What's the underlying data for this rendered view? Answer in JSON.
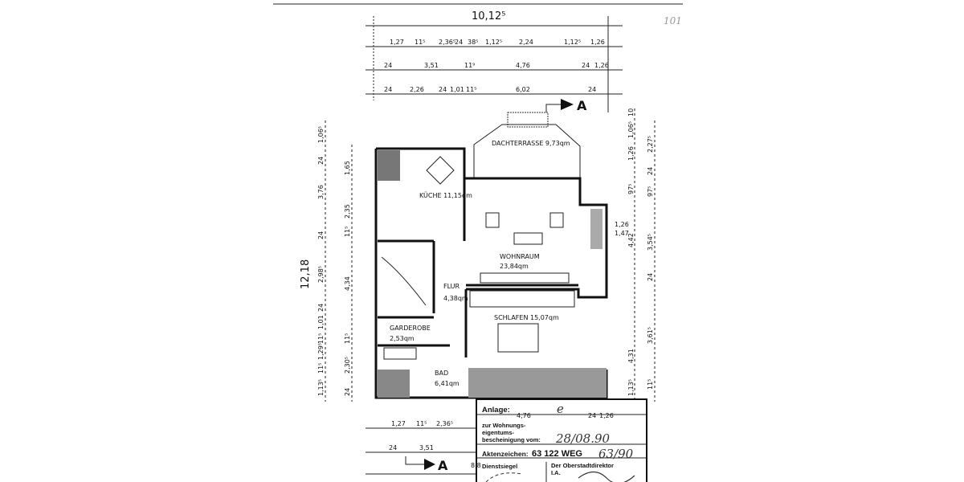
{
  "page_number": "101",
  "top_dimensions": {
    "total": "10,12⁵",
    "row1": [
      "1,27",
      "11⁵",
      "2,36⁵",
      "24",
      "38⁵",
      "1,12⁵",
      "2,24",
      "1,12⁵",
      "1,26"
    ],
    "row2": [
      "24",
      "3,51",
      "11⁹",
      "4,76",
      "24",
      "1,26"
    ],
    "row3": [
      "24",
      "2,26",
      "24",
      "1,01",
      "11⁵",
      "6,02",
      "24"
    ]
  },
  "left_dimensions": {
    "total": "12,18",
    "col1": [
      "1,06⁵",
      "24",
      "3,76",
      "24",
      "2,98⁵",
      "24",
      "1,01",
      "11⁵",
      "1,29⁵",
      "11⁵",
      "1,13⁵"
    ],
    "col2": [
      "1,65",
      "2,35",
      "11⁵",
      "4,34",
      "11⁵",
      "2,30⁵",
      "24"
    ]
  },
  "right_dimensions": {
    "col1": [
      "10",
      "1,06⁵",
      "1,26",
      "97⁵",
      "4,42",
      "4,31",
      "1,13⁵"
    ],
    "col2": [
      "2,27⁵",
      "24",
      "97⁵",
      "3,54⁵",
      "24",
      "3,61⁵",
      "11⁵"
    ],
    "window": [
      "1,26",
      "1,47"
    ]
  },
  "bottom_dimensions": {
    "row1": [
      "1,27",
      "11⁵",
      "2,36⁵",
      "4,76",
      "24",
      "1,26"
    ],
    "row2": [
      "24",
      "3,51",
      "8,8"
    ]
  },
  "section_marker": "A",
  "rooms": {
    "dachterrasse": "DACHTERRASSE 9,73qm",
    "kueche": "KÜCHE 11,15qm",
    "wohnraum": "WOHNRAUM",
    "wohnraum_area": "23,84qm",
    "flur": "FLUR",
    "flur_area": "4,38qm",
    "garderobe": "GARDEROBE",
    "garderobe_area": "2,53qm",
    "schlafen": "SCHLAFEN 15,07qm",
    "bad": "BAD",
    "bad_area": "6,41qm"
  },
  "stamp": {
    "anlage_label": "Anlage:",
    "anlage_value": "e",
    "line1": "zur Wohnungs-",
    "line2": "eigentums-",
    "line3": "bescheinigung vom:",
    "date": "28/08.90",
    "aktenzeichen_label": "Aktenzeichen:",
    "aktenzeichen_value": "63 122 WEG",
    "aktenzeichen_hand": "63/90",
    "siegel": "Dienstsiegel",
    "authority": "Der Oberstadtdirektor",
    "ia": "I.A."
  }
}
